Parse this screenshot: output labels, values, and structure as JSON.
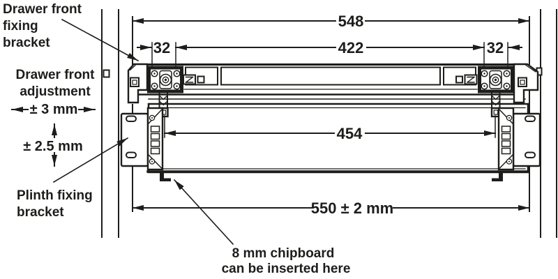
{
  "drawing": {
    "colors": {
      "line": "#1d1d1b",
      "background": "#ffffff"
    },
    "labels": {
      "fixing_bracket": {
        "line1": "Drawer front",
        "line2": "fixing",
        "line3": "bracket"
      },
      "adjustment": {
        "line1": "Drawer front",
        "line2": "adjustment"
      },
      "horizontal_tolerance": "± 3 mm",
      "vertical_tolerance": "± 2.5 mm",
      "plinth_bracket": {
        "line1": "Plinth fixing",
        "line2": "bracket"
      },
      "chipboard": {
        "line1": "8 mm chipboard",
        "line2": "can be inserted here"
      }
    },
    "dimensions": {
      "overall_width": "548",
      "inner_width": "422",
      "offset_left": "32",
      "offset_right": "32",
      "body_width": "454",
      "plinth_width": "550 ± 2 mm"
    }
  }
}
